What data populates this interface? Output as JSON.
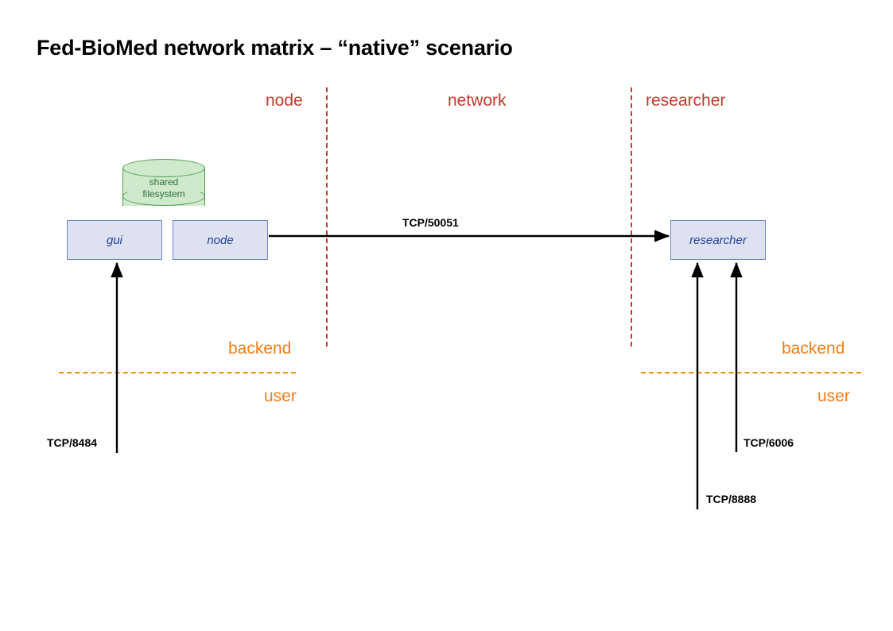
{
  "title": "Fed-BioMed network matrix – “native” scenario",
  "zones": [
    {
      "id": "node",
      "label": "node"
    },
    {
      "id": "network",
      "label": "network"
    },
    {
      "id": "researcher",
      "label": "researcher"
    }
  ],
  "tiers": {
    "left": {
      "backend": "backend",
      "user": "user"
    },
    "right": {
      "backend": "backend",
      "user": "user"
    }
  },
  "components": [
    {
      "id": "gui",
      "label": "gui"
    },
    {
      "id": "node",
      "label": "node"
    },
    {
      "id": "researcher",
      "label": "researcher"
    }
  ],
  "storage": {
    "id": "shared-filesystem",
    "label_line1": "shared",
    "label_line2": "filesystem"
  },
  "connections": [
    {
      "id": "node-to-researcher",
      "label": "TCP/50051",
      "from": "node",
      "to": "researcher",
      "direction": "horizontal-right"
    },
    {
      "id": "user-to-gui",
      "label": "TCP/8484",
      "from": "user",
      "to": "gui",
      "direction": "vertical-up"
    },
    {
      "id": "user-to-researcher-6006",
      "label": "TCP/6006",
      "from": "user",
      "to": "researcher",
      "direction": "vertical-up"
    },
    {
      "id": "user-to-researcher-8888",
      "label": "TCP/8888",
      "from": "user",
      "to": "researcher",
      "direction": "vertical-up"
    }
  ],
  "colors": {
    "zone_divider": "#cc3b30",
    "zone_label": "#c0392b",
    "tier_divider": "#f5900c",
    "tier_label": "#ef7f19",
    "box_fill": "#dde1f2",
    "box_border": "#6a86c4",
    "box_text": "#20409a",
    "storage_fill": "#cfe9cc",
    "storage_border": "#4e9e4b",
    "storage_text": "#30703a",
    "arrow": "#000000"
  }
}
